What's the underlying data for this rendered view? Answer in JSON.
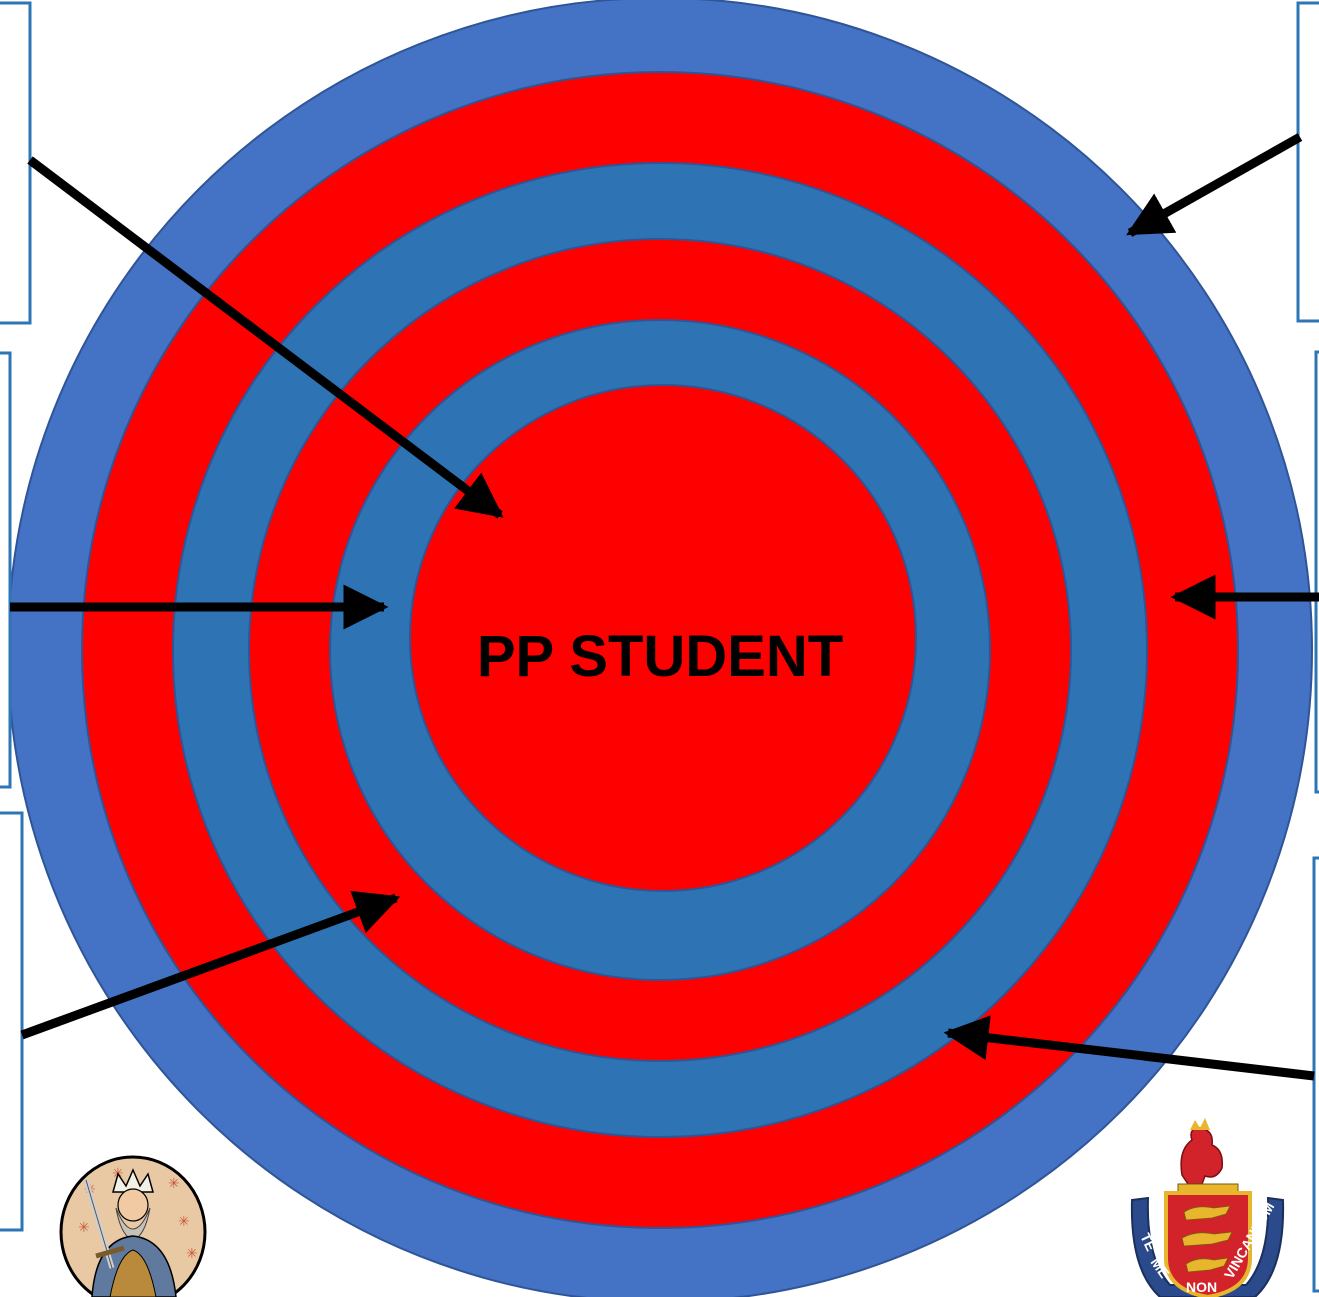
{
  "center_label": "PP STUDENT",
  "colors": {
    "outer_ring": "#4472c4",
    "red_ring": "#ff0000",
    "steel_ring": "#2e74b5",
    "ring_stroke": "#2f5597",
    "arrow": "#000000",
    "box_border": "#2e75b6"
  },
  "rings": [
    "outer_ring",
    "red_ring",
    "steel_ring",
    "red_ring",
    "steel_ring",
    "red_ring"
  ],
  "label_boxes": [
    "top-left",
    "top-right",
    "middle-left",
    "middle-right",
    "bottom-left",
    "bottom-right"
  ],
  "logos": {
    "left": {
      "icon": "king-with-sword-icon"
    },
    "right": {
      "icon": "lion-crest-shield-icon",
      "motto": "TE ME NON VINCANDUM"
    }
  }
}
